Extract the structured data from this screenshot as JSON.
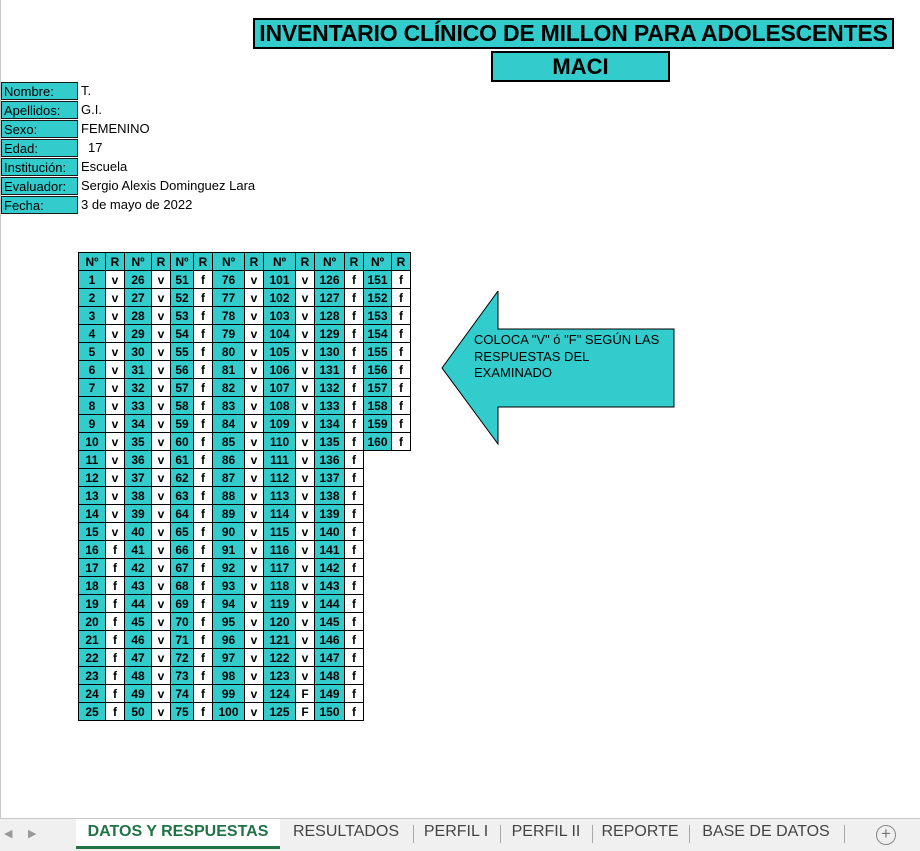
{
  "header": {
    "title": "INVENTARIO CLÍNICO DE MILLON PARA ADOLESCENTES",
    "subtitle": "MACI"
  },
  "patient": [
    {
      "label": "Nombre:",
      "value": "T."
    },
    {
      "label": "Apellidos:",
      "value": "G.I."
    },
    {
      "label": "Sexo:",
      "value": "FEMENINO"
    },
    {
      "label": "Edad:",
      "value": "17"
    },
    {
      "label": "Institución:",
      "value": "Escuela"
    },
    {
      "label": "Evaluador:",
      "value": "Sergio Alexis Dominguez Lara"
    },
    {
      "label": "Fecha:",
      "value": "3 de mayo de 2022"
    }
  ],
  "answers": {
    "headers": [
      "Nº",
      "R",
      "Nº",
      "R",
      "Nº",
      "R",
      "Nº",
      "R",
      "Nº",
      "R",
      "Nº",
      "R",
      "Nº",
      "R"
    ],
    "columns": [
      {
        "start": 1,
        "responses": [
          "v",
          "v",
          "v",
          "v",
          "v",
          "v",
          "v",
          "v",
          "v",
          "v",
          "v",
          "v",
          "v",
          "v",
          "v",
          "f",
          "f",
          "f",
          "f",
          "f",
          "f",
          "f",
          "f",
          "f",
          "f"
        ]
      },
      {
        "start": 26,
        "responses": [
          "v",
          "v",
          "v",
          "v",
          "v",
          "v",
          "v",
          "v",
          "v",
          "v",
          "v",
          "v",
          "v",
          "v",
          "v",
          "v",
          "v",
          "v",
          "v",
          "v",
          "v",
          "v",
          "v",
          "v",
          "v"
        ]
      },
      {
        "start": 51,
        "responses": [
          "f",
          "f",
          "f",
          "f",
          "f",
          "f",
          "f",
          "f",
          "f",
          "f",
          "f",
          "f",
          "f",
          "f",
          "f",
          "f",
          "f",
          "f",
          "f",
          "f",
          "f",
          "f",
          "f",
          "f",
          "f"
        ]
      },
      {
        "start": 76,
        "responses": [
          "v",
          "v",
          "v",
          "v",
          "v",
          "v",
          "v",
          "v",
          "v",
          "v",
          "v",
          "v",
          "v",
          "v",
          "v",
          "v",
          "v",
          "v",
          "v",
          "v",
          "v",
          "v",
          "v",
          "v",
          "v"
        ]
      },
      {
        "start": 101,
        "responses": [
          "v",
          "v",
          "v",
          "v",
          "v",
          "v",
          "v",
          "v",
          "v",
          "v",
          "v",
          "v",
          "v",
          "v",
          "v",
          "v",
          "v",
          "v",
          "v",
          "v",
          "v",
          "v",
          "v",
          "F",
          "F"
        ]
      },
      {
        "start": 126,
        "responses": [
          "f",
          "f",
          "f",
          "f",
          "f",
          "f",
          "f",
          "f",
          "f",
          "f",
          "f",
          "f",
          "f",
          "f",
          "f",
          "f",
          "f",
          "f",
          "f",
          "f",
          "f",
          "f",
          "f",
          "f",
          "f"
        ]
      },
      {
        "start": 151,
        "responses": [
          "f",
          "f",
          "f",
          "f",
          "f",
          "f",
          "f",
          "f",
          "f",
          "f"
        ]
      }
    ]
  },
  "callout": {
    "text": "COLOCA \"V\" ó \"F\" SEGÚN LAS RESPUESTAS DEL EXAMINADO",
    "color": "#33cccc"
  },
  "tabs": [
    {
      "label": "DATOS Y RESPUESTAS",
      "active": true
    },
    {
      "label": "RESULTADOS",
      "active": false
    },
    {
      "label": "PERFIL I",
      "active": false
    },
    {
      "label": "PERFIL II",
      "active": false
    },
    {
      "label": "REPORTE",
      "active": false
    },
    {
      "label": "BASE DE DATOS",
      "active": false
    }
  ],
  "icons": {
    "prev": "scroll-left-icon",
    "next": "scroll-right-icon",
    "add": "add-sheet-icon",
    "add_glyph": "+"
  },
  "colors": {
    "accent": "#33cccc",
    "tab_active": "#217346"
  }
}
